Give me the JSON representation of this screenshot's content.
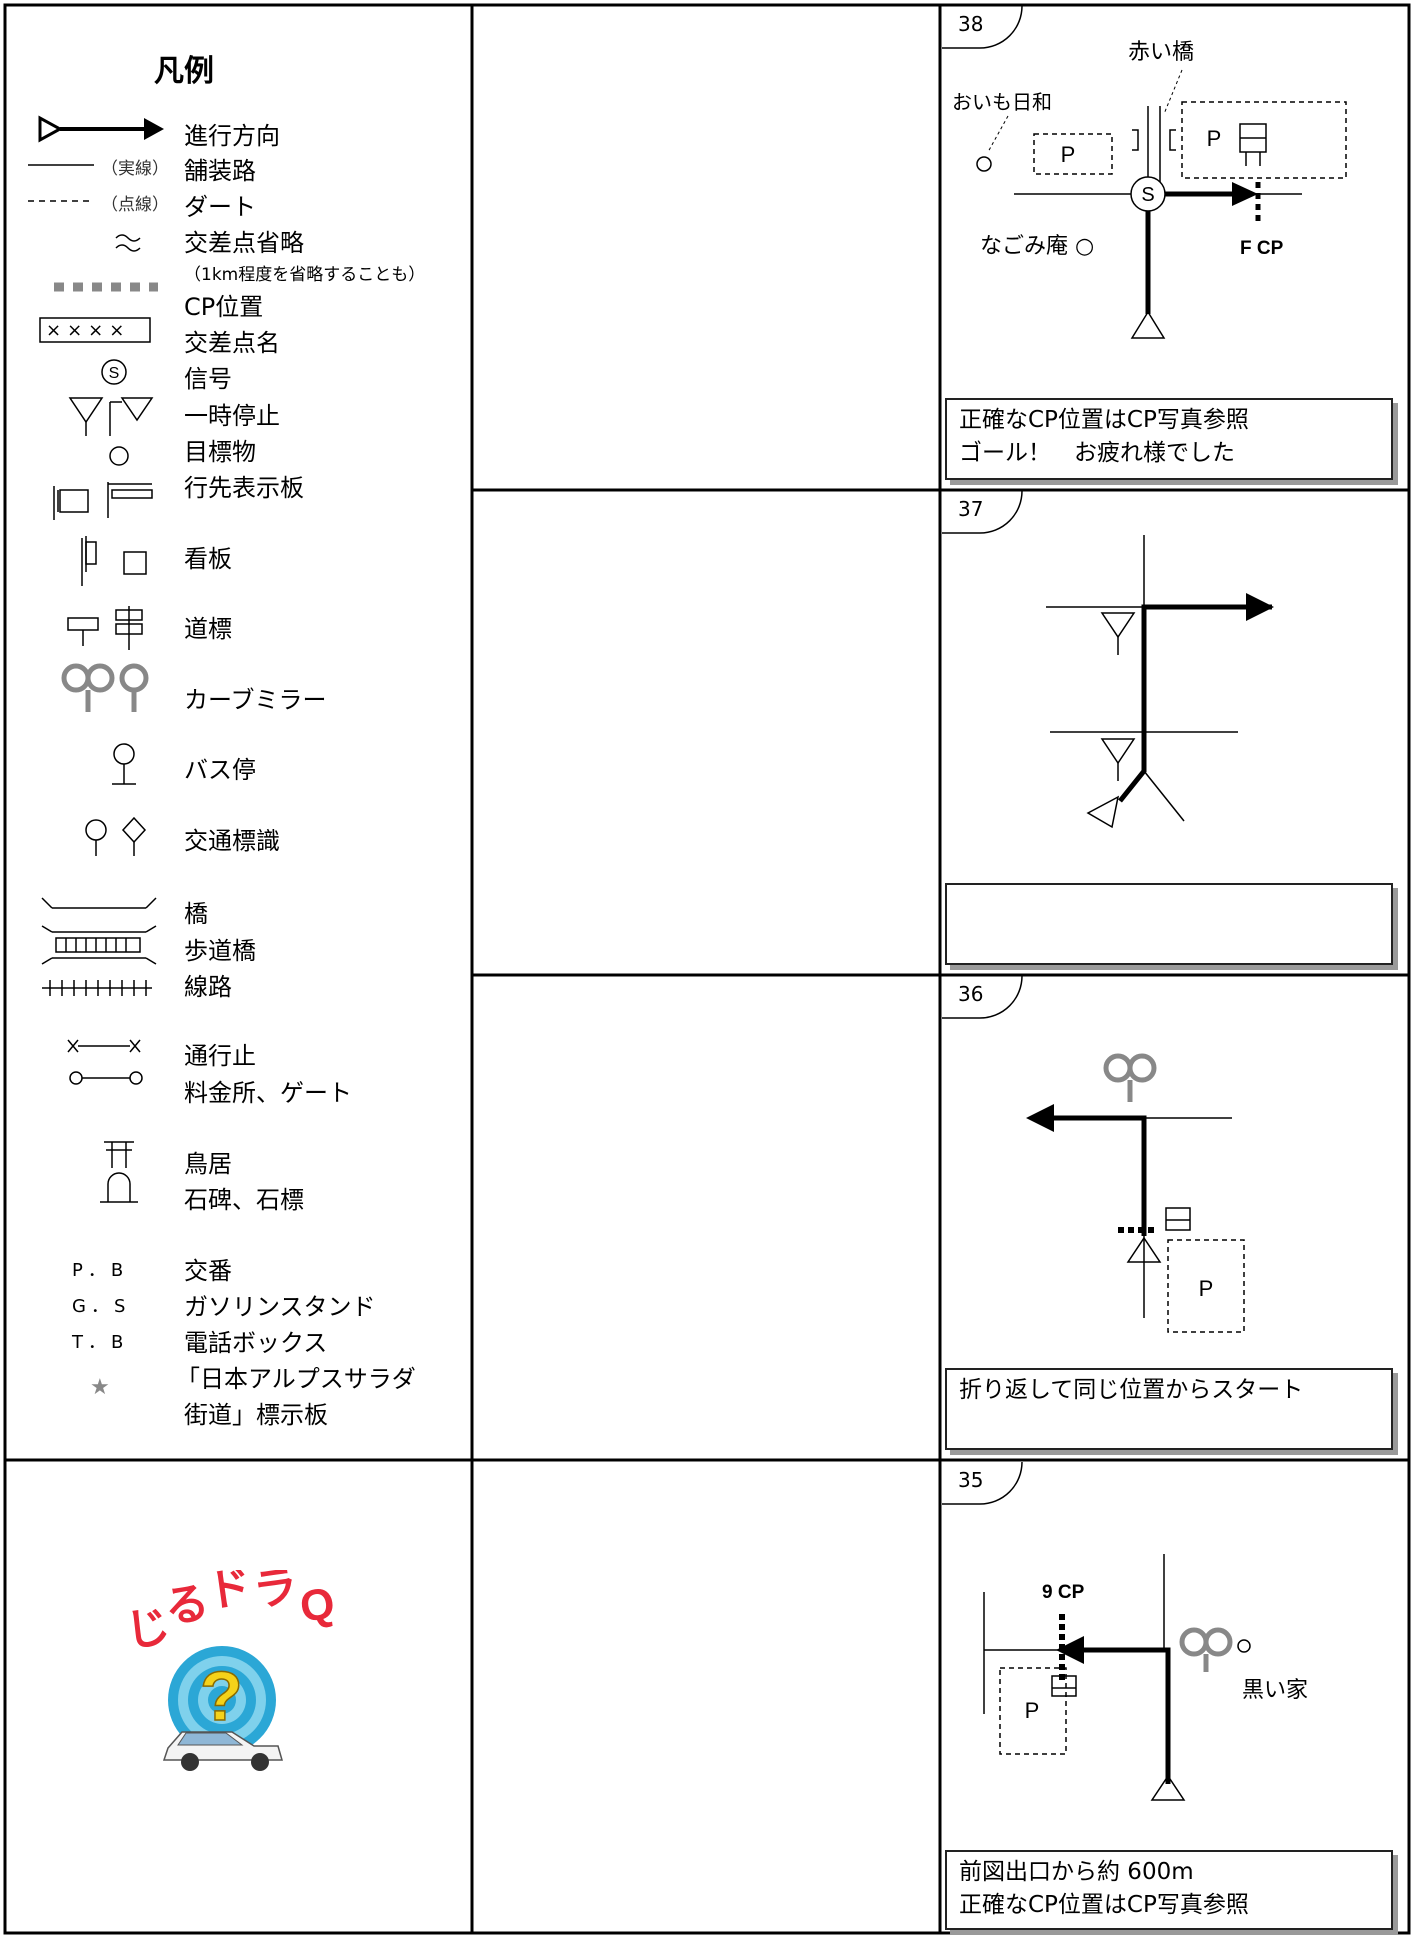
{
  "legend": {
    "title": "凡例",
    "items": {
      "direction": "進行方向",
      "paved": "舗装路",
      "paved_kind": "（実線）",
      "dirt": "ダート",
      "dirt_kind": "（点線）",
      "skip": "交差点省略",
      "skip_note": "（1km程度を省略することも）",
      "cp": "CP位置",
      "crossing_name": "交差点名",
      "crossing_symbol": "××××",
      "signal": "信号",
      "stop": "一時停止",
      "landmark": "目標物",
      "destination_board": "行先表示板",
      "signboard": "看板",
      "road_marker": "道標",
      "mirror": "カーブミラー",
      "bus_stop": "バス停",
      "traffic_sign": "交通標識",
      "bridge": "橋",
      "footbridge": "歩道橋",
      "railway": "線路",
      "no_entry": "通行止",
      "toll_gate": "料金所、ゲート",
      "torii": "鳥居",
      "stone_monument": "石碑、石標",
      "police_box": "交番",
      "police_box_abbr": "P．B",
      "gas_station": "ガソリンスタンド",
      "gas_station_abbr": "G．S",
      "phone_booth": "電話ボックス",
      "phone_booth_abbr": "T．B",
      "alps_board_1": "「日本アルプスサラダ",
      "alps_board_2": "街道」標示板",
      "star": "★"
    }
  },
  "logo_text": "じるドラQ",
  "cells": {
    "c38": {
      "number": "38",
      "labels": {
        "akai_hashi": "赤い橋",
        "oimo": "おいも日和",
        "nagomi": "なごみ庵 ○",
        "cp": "F CP",
        "parking1": "P",
        "parking2": "P",
        "signal": "S"
      },
      "note": [
        "正確なCP位置はCP写真参照",
        "ゴール！　お疲れ様でした"
      ]
    },
    "c37": {
      "number": "37",
      "note": []
    },
    "c36": {
      "number": "36",
      "labels": {
        "parking": "P"
      },
      "note": [
        "折り返して同じ位置からスタート"
      ]
    },
    "c35": {
      "number": "35",
      "labels": {
        "cp": "9 CP",
        "kuroi": "黒い家",
        "parking": "P"
      },
      "note": [
        "前図出口から約 600m",
        "正確なCP位置はCP写真参照"
      ]
    }
  }
}
